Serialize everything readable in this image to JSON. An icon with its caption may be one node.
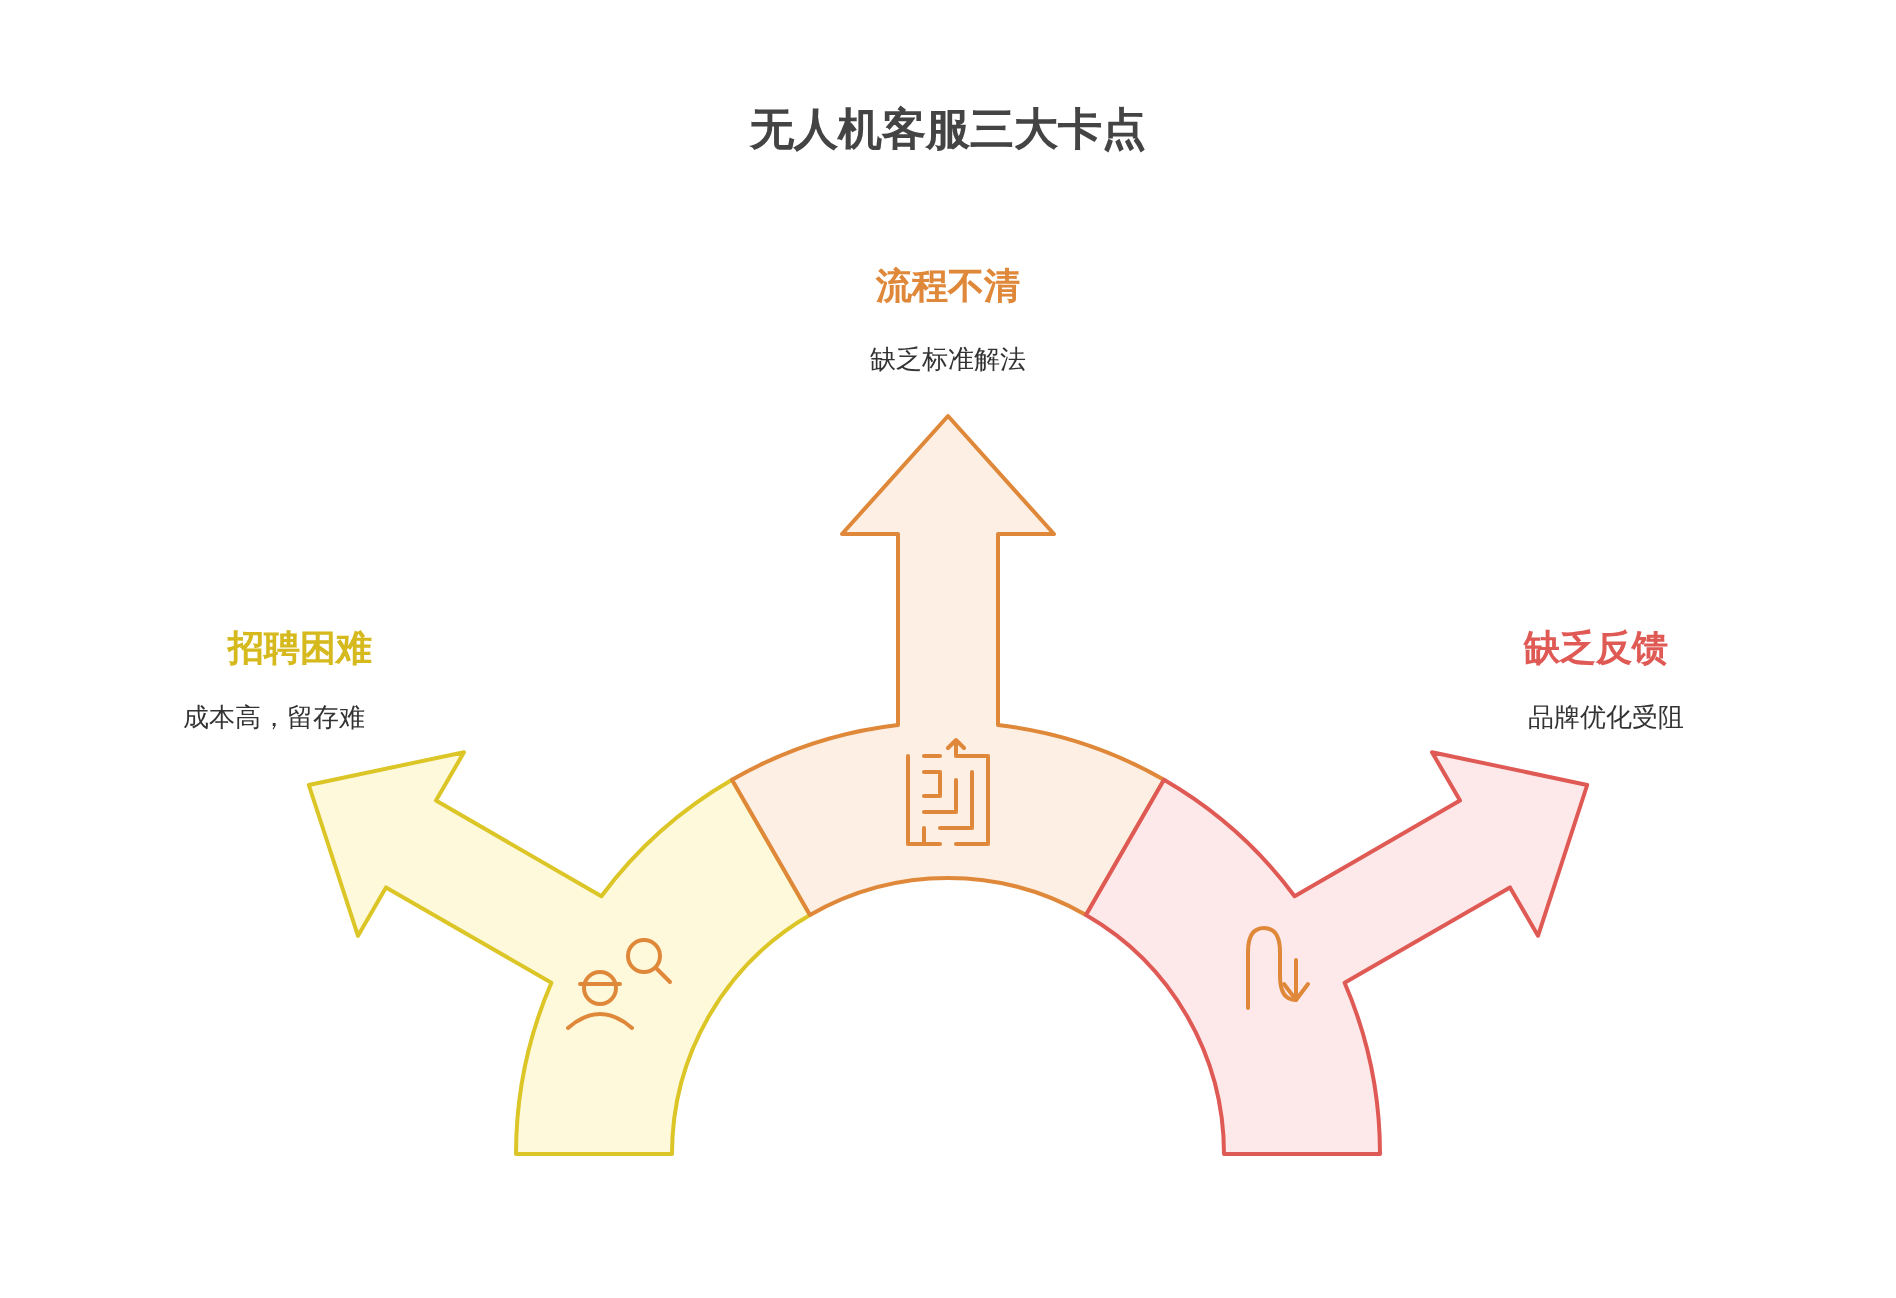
{
  "diagram": {
    "title": "无人机客服三大卡点",
    "nodes": [
      {
        "text": [
          "招聘困难",
          "成本高，留存难"
        ]
      },
      {
        "text": [
          "流程不清",
          "缺乏标准解法"
        ]
      },
      {
        "text": [
          "缺乏反馈",
          "品牌优化受阻"
        ]
      }
    ]
  }
}
